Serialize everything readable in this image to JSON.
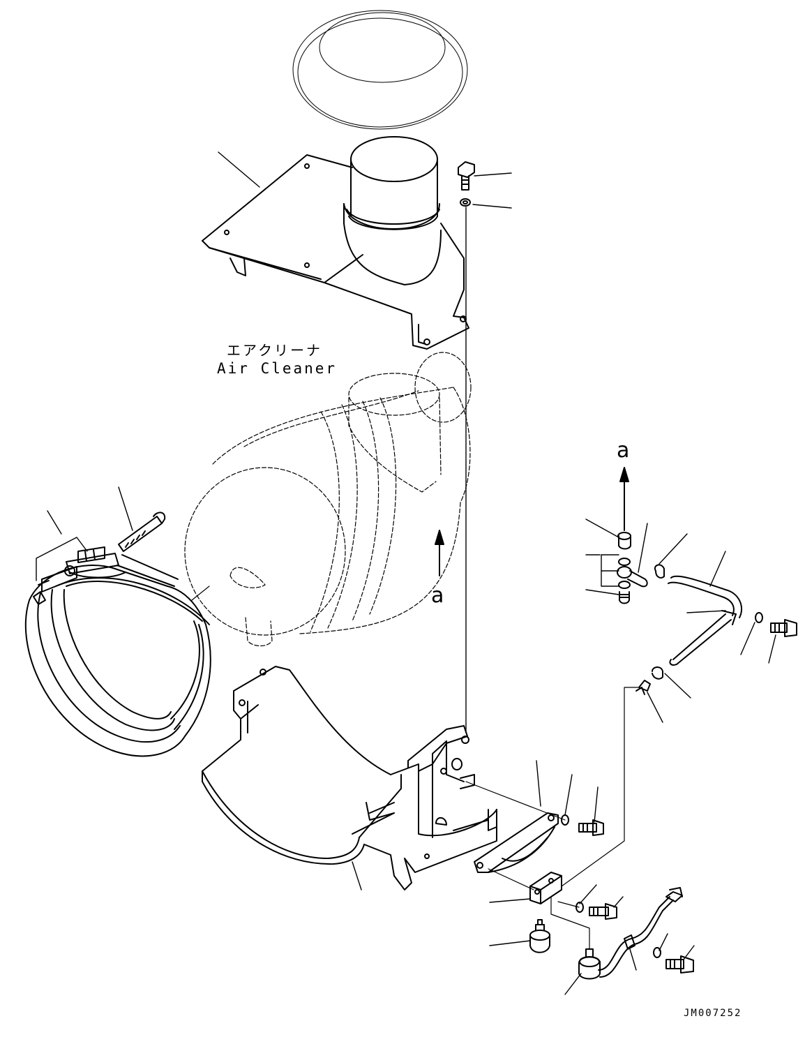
{
  "labels": {
    "air_cleaner_jp": "エアクリーナ",
    "air_cleaner_en": "Air Cleaner",
    "view_a_top": "a",
    "view_a_bottom": "a",
    "drawing_code": "JM007252"
  }
}
